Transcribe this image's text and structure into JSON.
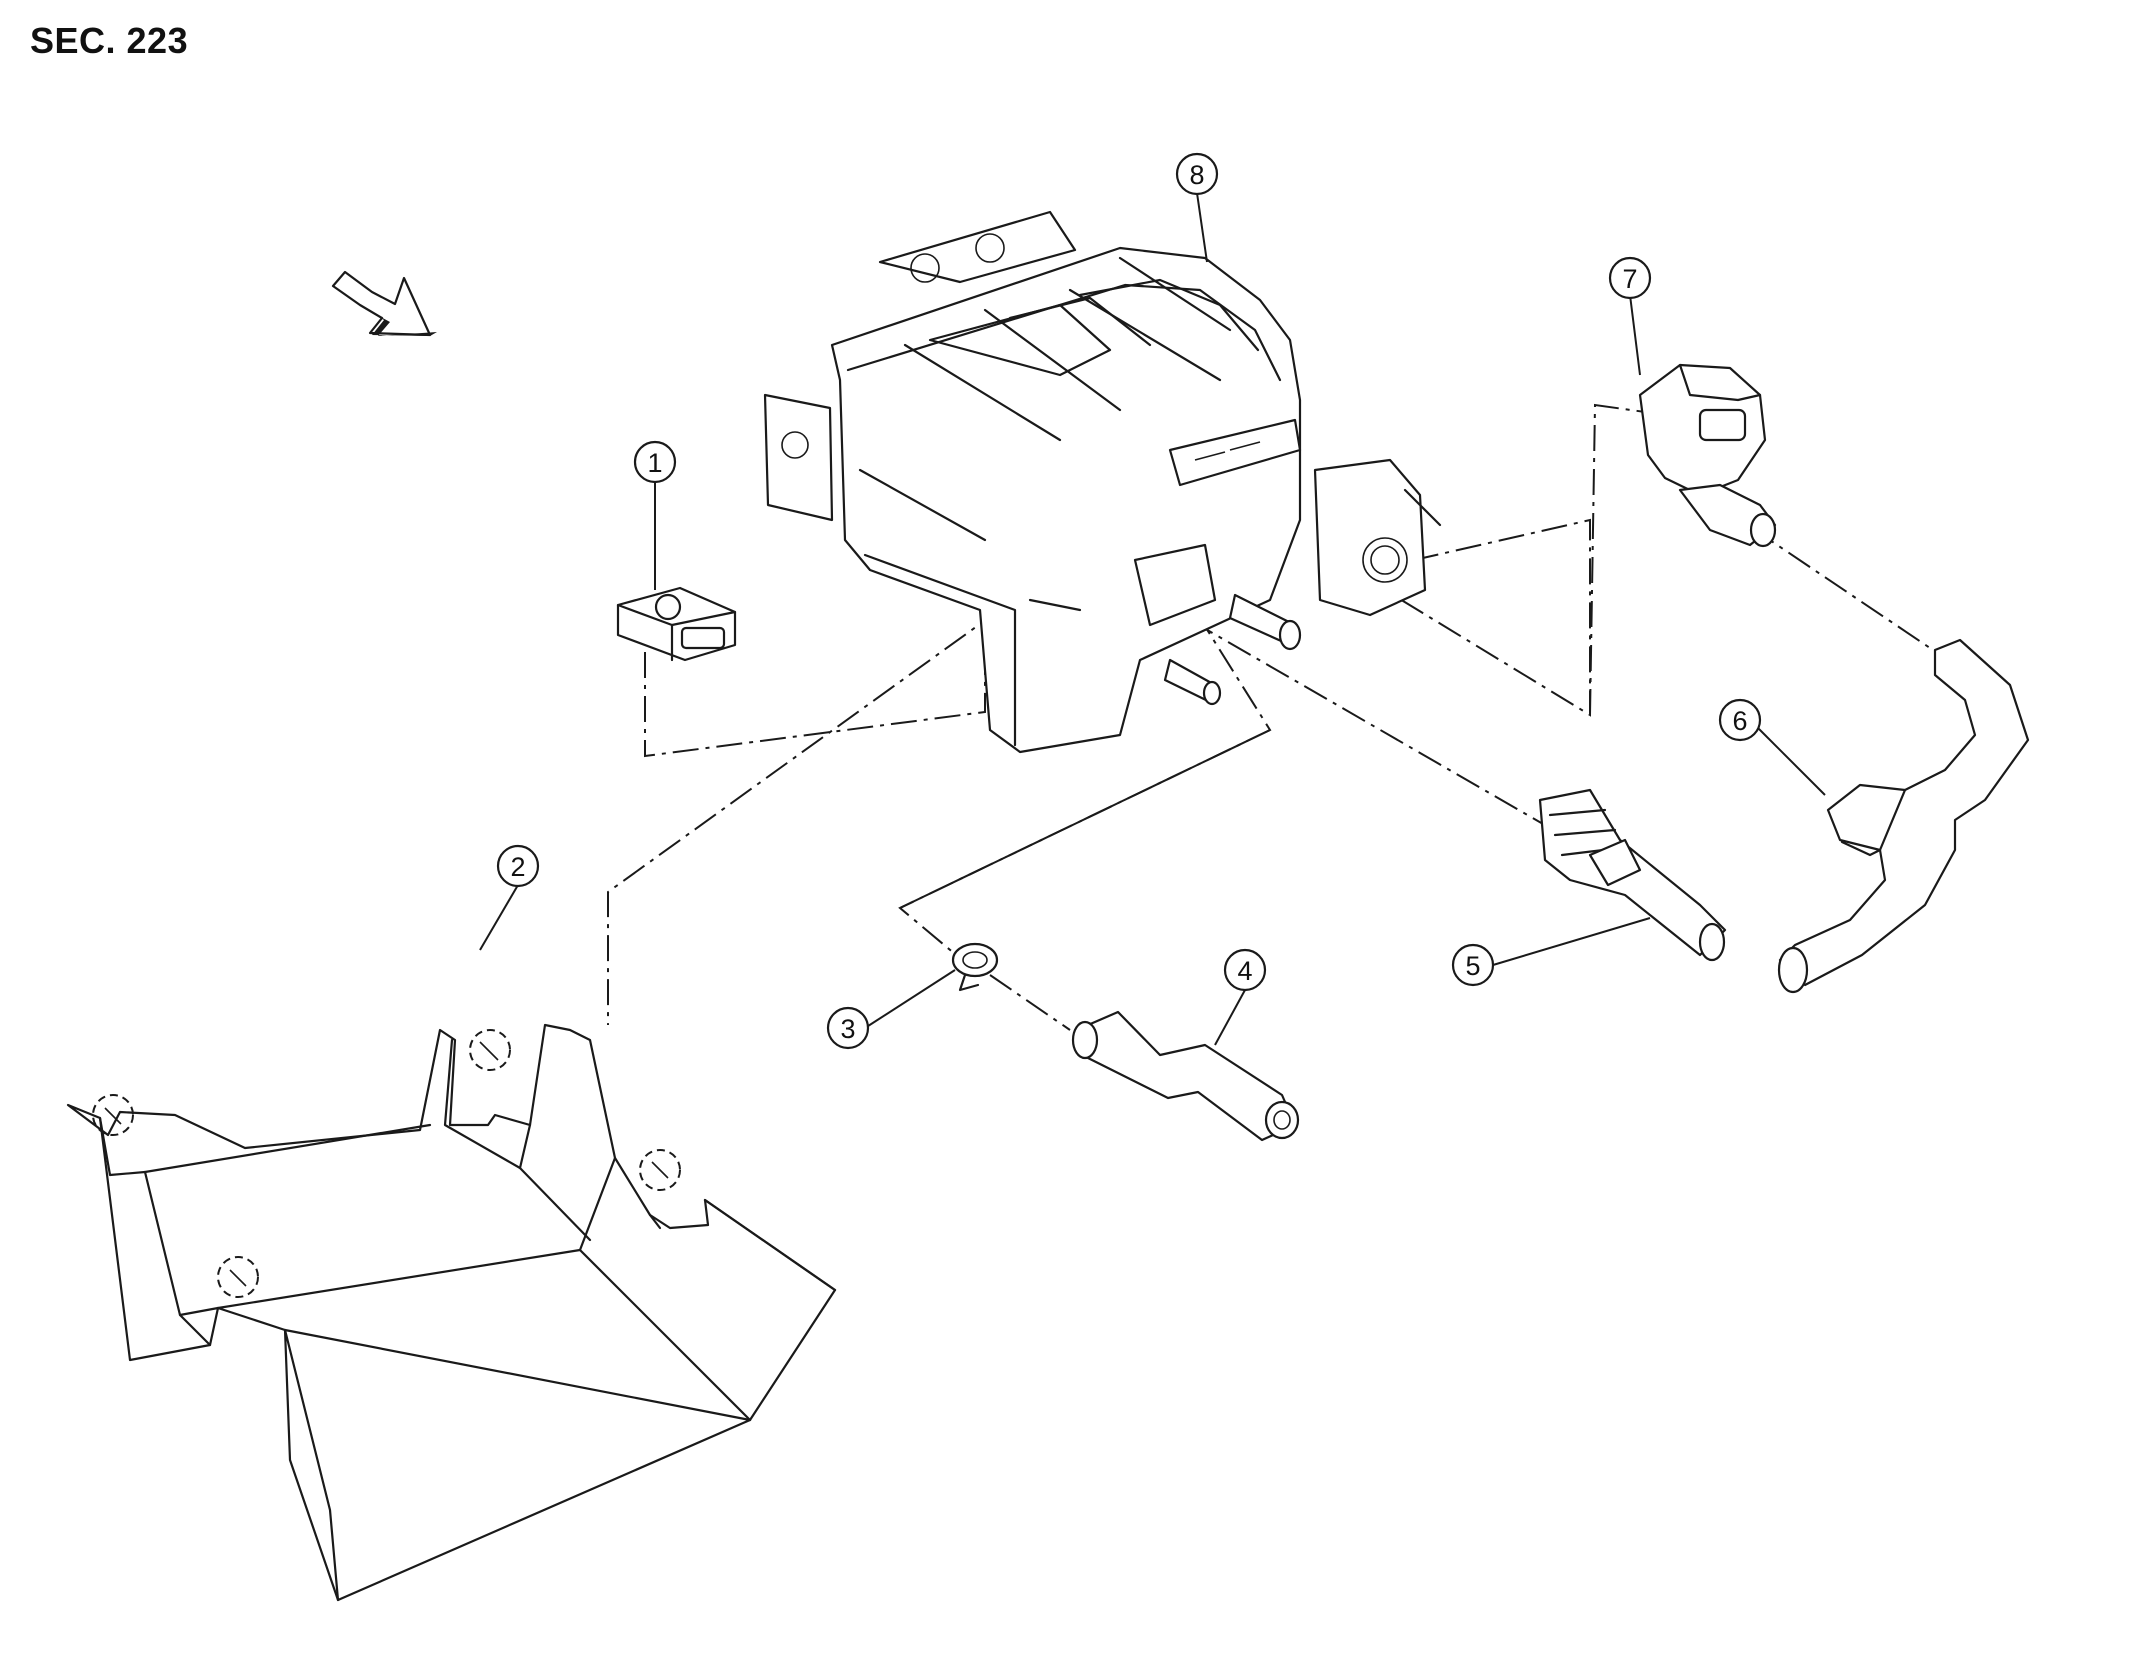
{
  "header": {
    "section": "SEC. 223"
  },
  "callouts": [
    {
      "id": "callout-1",
      "label": "1"
    },
    {
      "id": "callout-2",
      "label": "2"
    },
    {
      "id": "callout-3",
      "label": "3"
    },
    {
      "id": "callout-4",
      "label": "4"
    },
    {
      "id": "callout-5",
      "label": "5"
    },
    {
      "id": "callout-6",
      "label": "6"
    },
    {
      "id": "callout-7",
      "label": "7"
    },
    {
      "id": "callout-8",
      "label": "8"
    }
  ],
  "icons": {
    "direction_arrow": "front-direction-arrow-icon",
    "clip_marks": "clip-location-icon"
  }
}
